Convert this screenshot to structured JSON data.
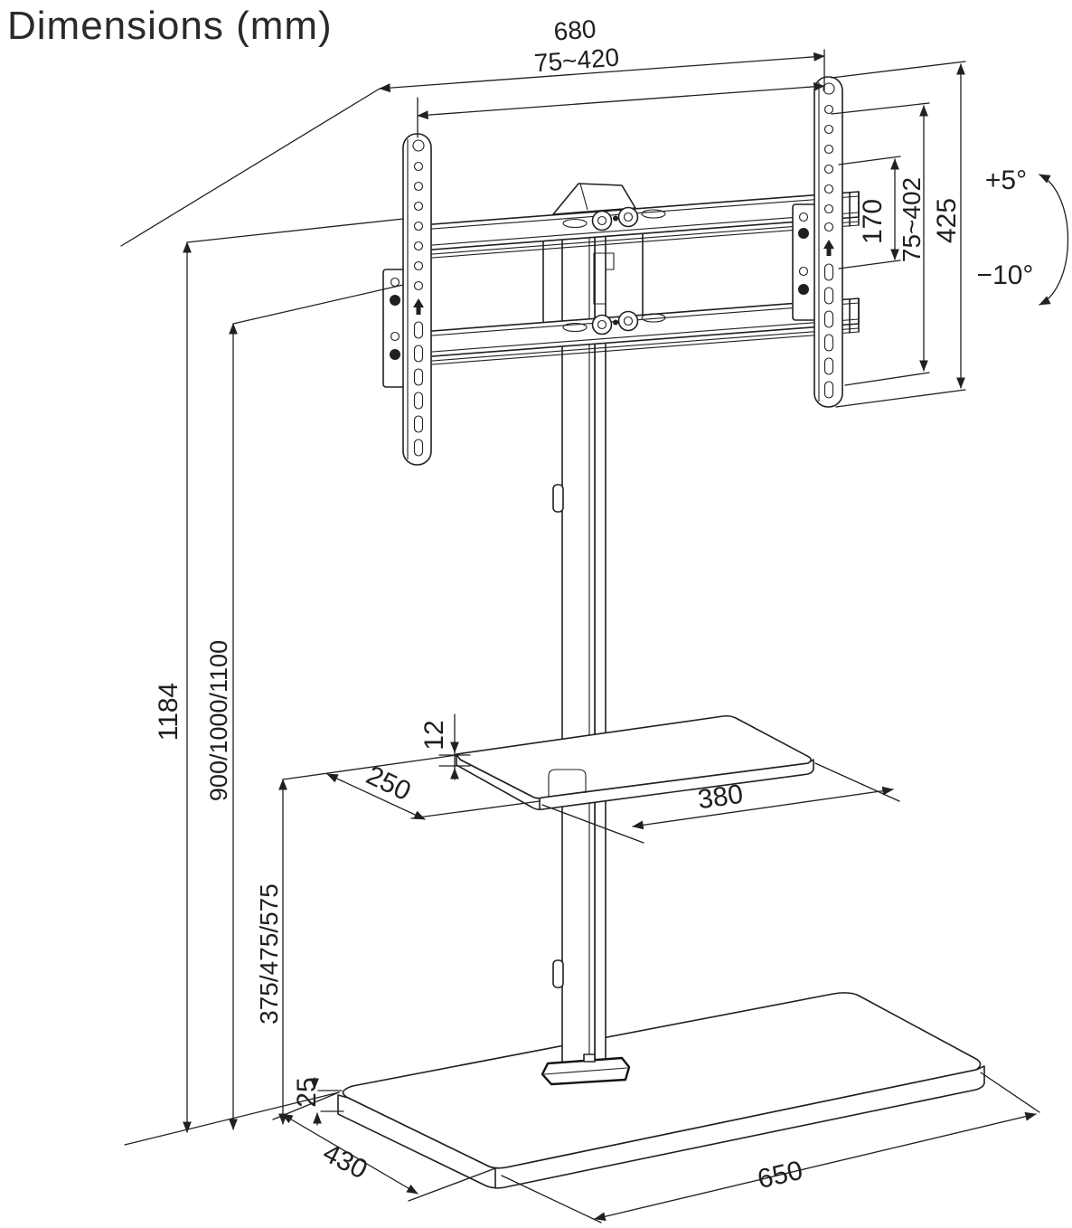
{
  "title": "Dimensions (mm)",
  "drawing": {
    "type": "technical-dimension-diagram",
    "subject": "TV floor stand with VESA mount, media shelf and base",
    "units": "mm"
  },
  "dims": {
    "mount_overall_width": "680",
    "vesa_width_range": "75~420",
    "bracket_hole_span": "170",
    "vesa_height_range": "75~402",
    "bracket_height": "425",
    "tilt_up": "+5°",
    "tilt_down": "−10°",
    "total_height": "1184",
    "column_height_options": "900/1000/1100",
    "shelf_height_options": "375/475/575",
    "shelf_thickness": "12",
    "shelf_depth": "250",
    "shelf_width": "380",
    "base_thickness": "25",
    "base_depth": "430",
    "base_width": "650"
  },
  "icons": {
    "tilt_arrow": "curved double-headed arrow",
    "vesa_center_arrow": "up arrow marker on bracket"
  }
}
